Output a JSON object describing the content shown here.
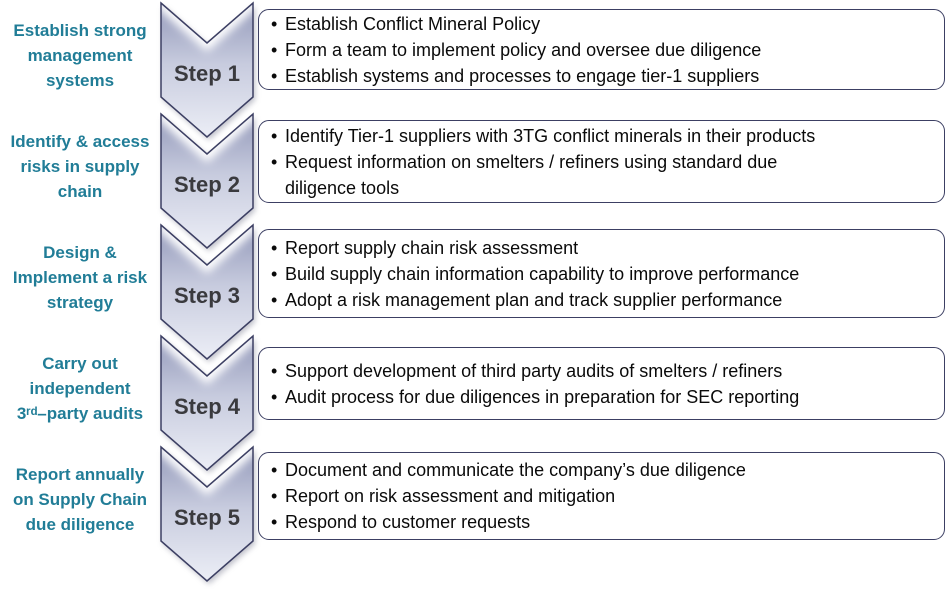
{
  "colors": {
    "side_label_teal": "#217d97",
    "chevron_border": "#3c3f63",
    "chevron_gradient_top": "#9298b9",
    "chevron_gradient_mid": "#c7cbde",
    "chevron_gradient_bottom": "#eceef6",
    "box_border": "#3c3f63",
    "box_fill": "#ffffff",
    "step_text": "#3a3a3e",
    "bullet_text": "#0a0a0a"
  },
  "steps": [
    {
      "step_label": "Step 1",
      "side_label": "Establish strong\nmanagement\nsystems",
      "bullets": [
        "Establish Conflict Mineral Policy",
        "Form a team to implement policy and oversee due diligence",
        "Establish systems and processes to engage tier-1 suppliers"
      ]
    },
    {
      "step_label": "Step 2",
      "side_label": "Identify & access\nrisks in supply\nchain",
      "bullets": [
        "Identify Tier-1 suppliers with 3TG conflict minerals in their products",
        "Request information on smelters / refiners using standard due\ndiligence tools"
      ]
    },
    {
      "step_label": "Step 3",
      "side_label": "Design &\nImplement a risk\nstrategy",
      "bullets": [
        "Report supply chain risk assessment",
        "Build supply chain information capability to improve performance",
        "Adopt a risk management plan and track supplier performance"
      ]
    },
    {
      "step_label": "Step 4",
      "side_label": "Carry out\nindependent\n3ʳᵈ–party audits",
      "bullets": [
        "Support development of third party audits of smelters / refiners",
        "Audit process for due diligences in preparation for SEC reporting"
      ]
    },
    {
      "step_label": "Step 5",
      "side_label": "Report annually\non Supply Chain\ndue diligence",
      "bullets": [
        "Document and communicate the company’s due diligence",
        "Report on risk assessment and mitigation",
        "Respond to customer requests"
      ]
    }
  ]
}
